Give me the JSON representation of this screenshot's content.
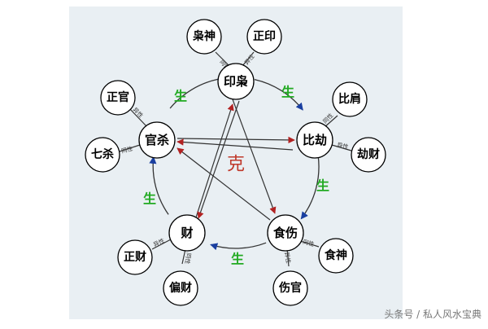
{
  "colors": {
    "panel": "#e9eff3",
    "node_stroke": "#000000",
    "sheng": "#22aa22",
    "ke": "#c0392b",
    "sheng_arrow": "#1a3fa0",
    "ke_arrow": "#b22222",
    "watermark": "#777777"
  },
  "center_label": "克",
  "sheng_label": "生",
  "main_nodes": {
    "yinxiao": "印枭",
    "bijie": "比劫",
    "shishang": "食伤",
    "cai": "财",
    "guansha": "官杀"
  },
  "sub_nodes": {
    "xiaoshen": "枭神",
    "zhengyin": "正印",
    "bijian": "比肩",
    "jiecai": "劫财",
    "shishen": "食神",
    "shangguan": "伤官",
    "piancai": "偏财",
    "zhengcai": "正财",
    "qisha": "七杀",
    "zhengguan": "正官"
  },
  "branch_labels": {
    "xiaoshen": "同性",
    "zhengyin": "异性",
    "bijian": "同性",
    "jiecai": "异性",
    "shishen": "同性",
    "shangguan": "异性",
    "piancai": "同性",
    "zhengcai": "异性",
    "qisha": "同性",
    "zhengguan": "异性"
  },
  "watermark": "头条号 / 私人风水宝典"
}
